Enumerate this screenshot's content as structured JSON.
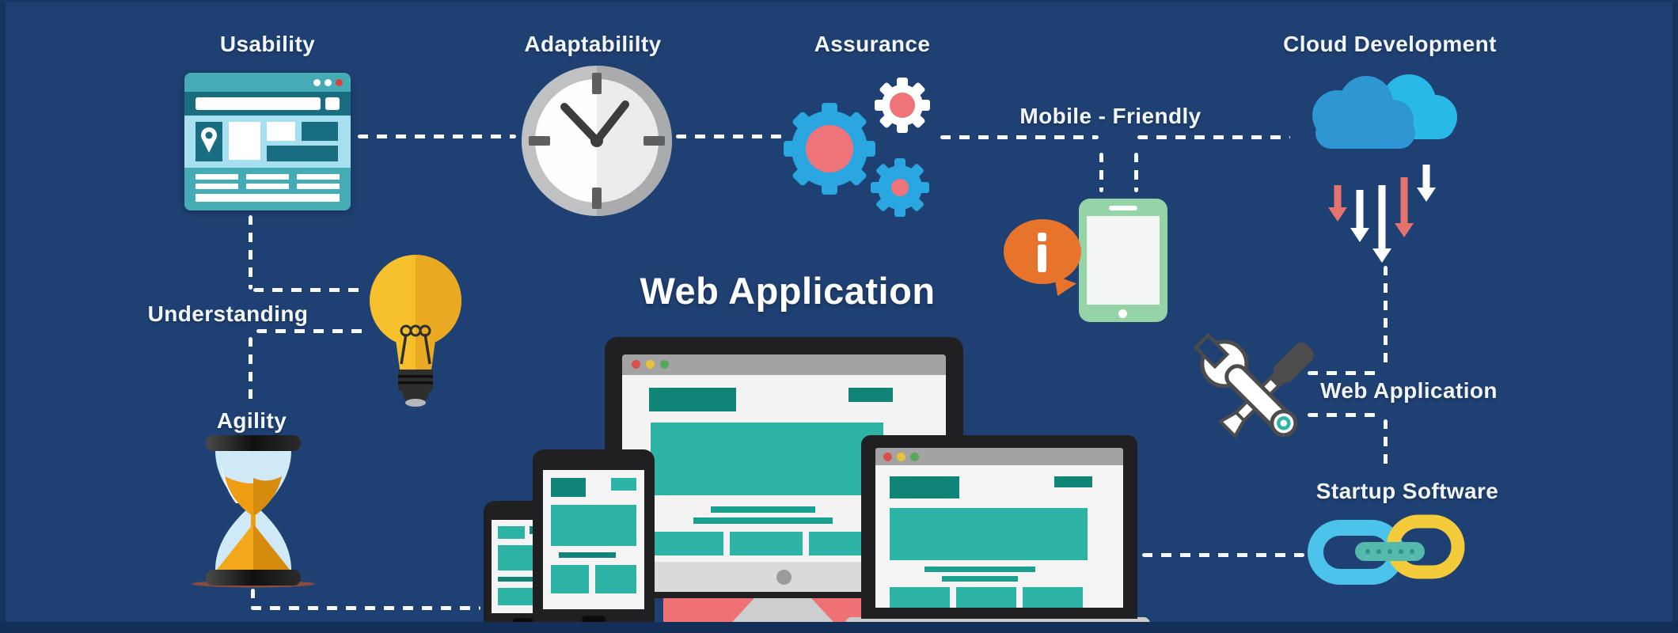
{
  "title": "Web Application",
  "labels": {
    "usability": "Usability",
    "adaptability": "Adaptabililty",
    "assurance": "Assurance",
    "mobile_friendly": "Mobile - Friendly",
    "cloud_development": "Cloud Development",
    "understanding": "Understanding",
    "agility": "Agility",
    "web_application_tools": "Web Application",
    "startup_software": "Startup Software"
  },
  "icons": [
    "browser-window-icon",
    "map-pin-icon",
    "clock-icon",
    "gears-icon",
    "info-bubble-icon",
    "mobile-tablet-icon",
    "clouds-icon",
    "download-arrows-icon",
    "lightbulb-icon",
    "hourglass-icon",
    "desktop-monitor",
    "laptop",
    "tablet-device",
    "smartphone",
    "wrench-screwdriver-icon",
    "chain-link-icon",
    "dashed-connector"
  ],
  "colors": {
    "background_navy": "#1f4073",
    "edge_navy": "#16335e",
    "label_white": "#f3f6f8",
    "browser_teal": "#45abb4",
    "browser_teal_dark": "#186e80",
    "browser_sky": "#a6e0f0",
    "clock_gray": "#bfc1c3",
    "gear_blue": "#2aa6e0",
    "gear_coral": "#ef747a",
    "tablet_green": "#95d4a6",
    "info_orange": "#e8742c",
    "cloud_front": "#2e96d3",
    "cloud_back": "#29b9e8",
    "arrow_red": "#e5726f",
    "bulb_yellow": "#f5c02b",
    "bulb_shade": "#e9a922",
    "sand_amber": "#ef9e14",
    "screen_teal": "#2cb3a3",
    "screen_teal_dark": "#108476",
    "monitor_red": "#ef7173",
    "chain_blue": "#4cc3ea",
    "chain_yellow": "#f3cb3b",
    "chain_pill": "#55b9ad"
  }
}
